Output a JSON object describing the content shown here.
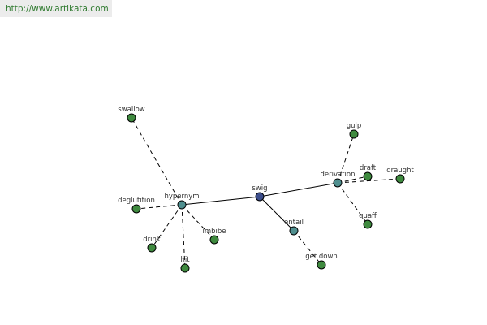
{
  "header": {
    "url": "http://www.artikata.com"
  },
  "graph": {
    "center": {
      "id": "swig",
      "label": "swig"
    },
    "relations": [
      {
        "id": "hypernym",
        "label": "hypernym"
      },
      {
        "id": "derivation",
        "label": "derivation"
      },
      {
        "id": "entail",
        "label": "entail"
      }
    ],
    "leaves": [
      {
        "id": "swallow",
        "label": "swallow",
        "relation": "hypernym"
      },
      {
        "id": "deglutition",
        "label": "deglutition",
        "relation": "hypernym"
      },
      {
        "id": "drink",
        "label": "drink",
        "relation": "hypernym"
      },
      {
        "id": "hit",
        "label": "hit",
        "relation": "hypernym"
      },
      {
        "id": "imbibe",
        "label": "imbibe",
        "relation": "hypernym"
      },
      {
        "id": "gulp",
        "label": "gulp",
        "relation": "derivation"
      },
      {
        "id": "draft",
        "label": "draft",
        "relation": "derivation"
      },
      {
        "id": "draught",
        "label": "draught",
        "relation": "derivation"
      },
      {
        "id": "quaff",
        "label": "quaff",
        "relation": "derivation"
      },
      {
        "id": "get-down",
        "label": "get down",
        "relation": "entail"
      }
    ]
  },
  "colors": {
    "leaf": "#3f8a3f",
    "relation": "#4f8f8f",
    "center": "#3c4e8c",
    "url_text": "#2f7a2f"
  }
}
